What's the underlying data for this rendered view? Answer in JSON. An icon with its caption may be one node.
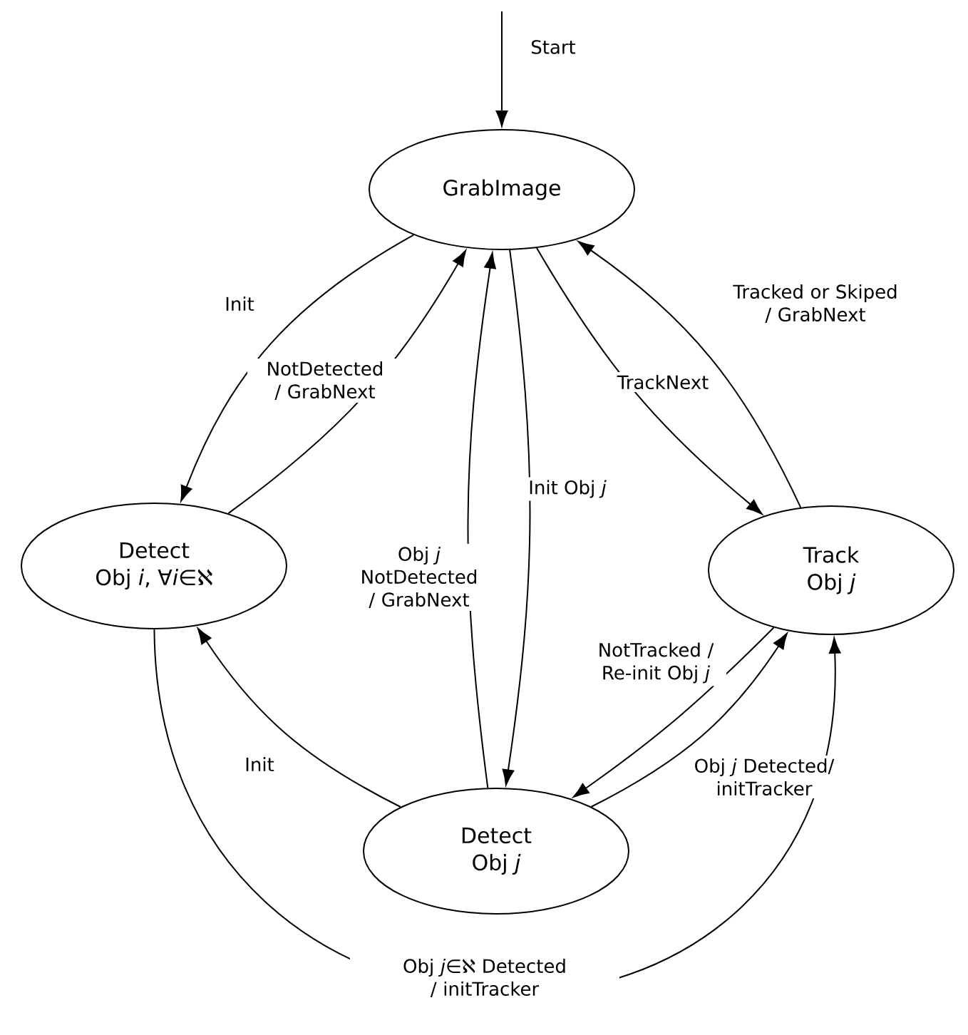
{
  "diagram": {
    "nodes": [
      {
        "text": [
          "GrabImage"
        ]
      },
      {
        "text": [
          "Detect",
          "Obj *i*, ∀*i*∈ℵ"
        ]
      },
      {
        "text": [
          "Track",
          "Obj *j*"
        ]
      },
      {
        "text": [
          "Detect",
          "Obj *j*"
        ]
      }
    ],
    "edges": [
      {
        "from": null,
        "to": 0,
        "arrow": "to",
        "label": "Start"
      },
      {
        "from": 0,
        "to": 1,
        "arrow": "to",
        "label": "Init"
      },
      {
        "from": 1,
        "to": 0,
        "arrow": "to",
        "label": "NotDetected / GrabNext"
      },
      {
        "from": 3,
        "to": 0,
        "arrow": "to",
        "label": "Obj *j* NotDetected / GrabNext"
      },
      {
        "from": 0,
        "to": 3,
        "arrow": "to",
        "label": "Init Obj *j*"
      },
      {
        "from": 0,
        "to": 2,
        "arrow": "to",
        "label": "TrackNext"
      },
      {
        "from": 2,
        "to": 0,
        "arrow": "to",
        "label": "Tracked or Skiped / GrabNext"
      },
      {
        "from": 3,
        "to": 1,
        "arrow": "to",
        "label": "Init"
      },
      {
        "from": 2,
        "to": 3,
        "arrow": "to",
        "label": "NotTracked / Re-init Obj *j*"
      },
      {
        "from": 3,
        "to": 2,
        "arrow": "to",
        "label": "Obj *j* Detected/ initTracker"
      },
      {
        "from": 1,
        "to": 2,
        "arrow": "to",
        "label": "Obj *j*∈ℵ Detected / initTracker"
      }
    ]
  }
}
